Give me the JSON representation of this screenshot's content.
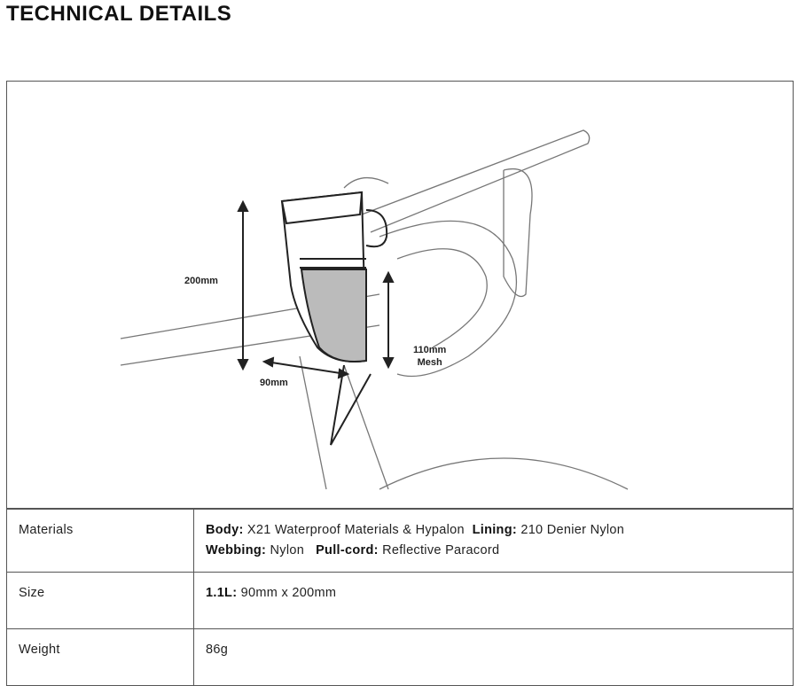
{
  "title": "TECHNICAL DETAILS",
  "figure": {
    "dim_height": "200mm",
    "dim_width": "90mm",
    "dim_mesh_1": "110mm",
    "dim_mesh_2": "Mesh"
  },
  "specs": [
    {
      "label": "Materials",
      "lines": [
        [
          {
            "k": "Body:",
            "v": " X21 Waterproof Materials & Hypalon  "
          },
          {
            "k": "Lining:",
            "v": " 210 Denier Nylon"
          }
        ],
        [
          {
            "k": "Webbing:",
            "v": " Nylon   "
          },
          {
            "k": "Pull-cord:",
            "v": " Reflective Paracord"
          }
        ]
      ]
    },
    {
      "label": "Size",
      "lines": [
        [
          {
            "k": "1.1L:",
            "v": " 90mm x 200mm"
          }
        ]
      ]
    },
    {
      "label": "Weight",
      "lines": [
        [
          {
            "k": "",
            "v": "86g"
          }
        ]
      ]
    }
  ]
}
